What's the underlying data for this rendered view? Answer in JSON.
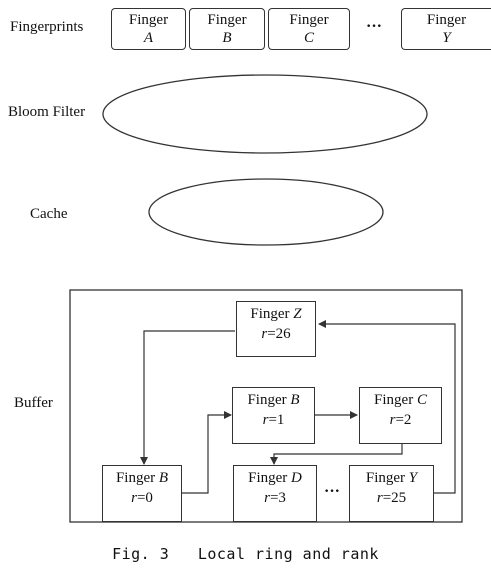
{
  "labels": {
    "fingerprints": "Fingerprints",
    "bloom_filter": "Bloom Filter",
    "cache": "Cache",
    "buffer": "Buffer"
  },
  "fingerprints": {
    "boxes": [
      {
        "word": "Finger",
        "letter": "A"
      },
      {
        "word": "Finger",
        "letter": "B"
      },
      {
        "word": "Finger",
        "letter": "C"
      },
      {
        "word": "Finger",
        "letter": "Y"
      }
    ],
    "ellipsis": "···"
  },
  "buffer": {
    "nodes": {
      "z": {
        "word": "Finger",
        "letter": "Z",
        "rank_var": "r",
        "rank_val": "=26"
      },
      "b_mid": {
        "word": "Finger",
        "letter": "B",
        "rank_var": "r",
        "rank_val": "=1"
      },
      "c": {
        "word": "Finger",
        "letter": "C",
        "rank_var": "r",
        "rank_val": "=2"
      },
      "b_low": {
        "word": "Finger",
        "letter": "B",
        "rank_var": "r",
        "rank_val": "=0"
      },
      "d": {
        "word": "Finger",
        "letter": "D",
        "rank_var": "r",
        "rank_val": "=3"
      },
      "y": {
        "word": "Finger",
        "letter": "Y",
        "rank_var": "r",
        "rank_val": "=25"
      }
    },
    "ellipsis": "···"
  },
  "caption": "Fig. 3   Local ring and rank"
}
